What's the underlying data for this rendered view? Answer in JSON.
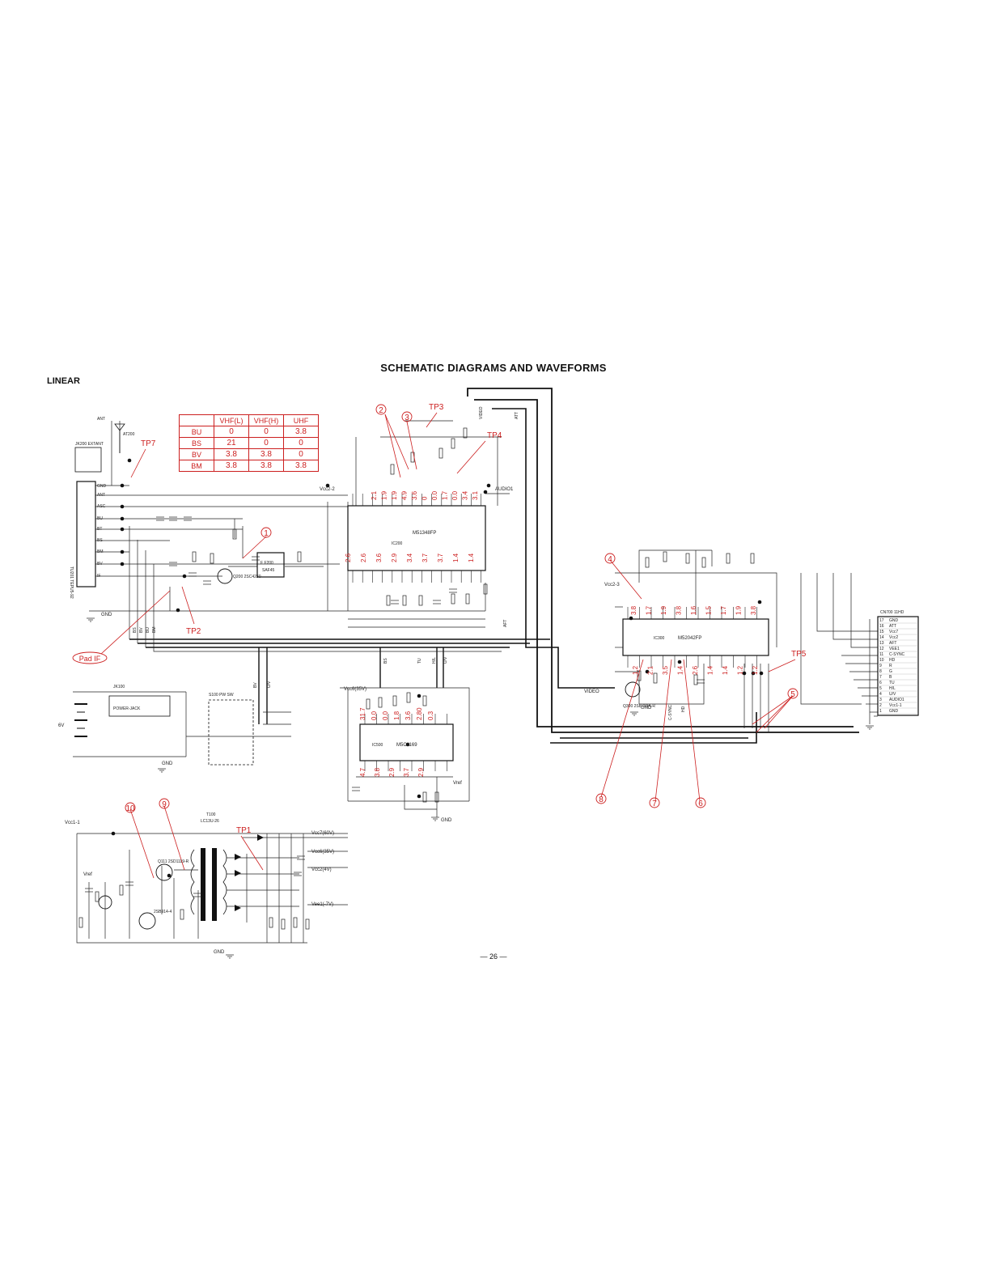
{
  "header": {
    "title": "SCHEMATIC DIAGRAMS AND WAVEFORMS",
    "section": "LINEAR",
    "page_number": "— 26 —"
  },
  "band_table": {
    "columns": [
      "VHF(L)",
      "VHF(H)",
      "UHF"
    ],
    "rows": [
      {
        "label": "BU",
        "values": [
          "0",
          "0",
          "3.8"
        ]
      },
      {
        "label": "BS",
        "values": [
          "21",
          "0",
          "0"
        ]
      },
      {
        "label": "BV",
        "values": [
          "3.8",
          "3.8",
          "0"
        ]
      },
      {
        "label": "BM",
        "values": [
          "3.8",
          "3.8",
          "3.8"
        ]
      }
    ]
  },
  "test_points": {
    "tp1": "TP1",
    "tp2": "TP2",
    "tp3": "TP3",
    "tp4": "TP4",
    "tp5": "TP5",
    "tp7": "TP7",
    "pad_if": "Pad IF"
  },
  "markers": [
    "1",
    "2",
    "3",
    "4",
    "5",
    "6",
    "7",
    "8",
    "9",
    "10"
  ],
  "components": {
    "tuner": "TU201 TEPU5-92",
    "if_ic": "M51348FP",
    "if_ic_ref": "IC200",
    "chroma_ic": "M52042FP",
    "chroma_ic_ref": "IC300",
    "tuning_ic": "M5C1169",
    "tuning_ic_ref": "IC500",
    "saw_filter": "SAF45",
    "saw_filter_ref": "F F200",
    "power_jack": "POWER-JACK",
    "power_jack_ref": "JK100",
    "power_switch": "S100 PW SW",
    "transformer": "T100",
    "transformer_type": "LC13U-26",
    "jack_ext_ant": "JK200 EXTANT",
    "antenna": "ANT",
    "antenna_ref": "AT200",
    "cn700": "CN700 11HD",
    "tr_q200": "Q200 2SC4230",
    "tr_q300": "Q300 2SB709A-R",
    "tr_q111": "Q111 2SD1119-R",
    "tr_q110": "2SB914-4"
  },
  "nets": {
    "vcc2_2": "Vcc2-2",
    "vcc2_3": "Vcc2-3",
    "vcc6": "Vcc6(35V)",
    "vcc1_1": "Vcc1-1",
    "vcc7": "Vcc7(60V)",
    "vcc6b": "Vcc6(35V)",
    "vcc2": "Vcc2(4V)",
    "vee1": "Vee1(-7V)",
    "vref": "Vref",
    "gnd": "GND",
    "video": "VIDEO",
    "audio": "AUDIO1",
    "att": "ATT",
    "aft": "AFT",
    "bs": "BS",
    "bv": "BV",
    "bu": "BU",
    "bm": "BM",
    "uv": "U/V",
    "hl": "H/L",
    "tu": "TU",
    "six_v": "6V",
    "c_sync": "C-SYNC",
    "hd": "HD"
  },
  "cn700_pins": [
    {
      "pin": "17",
      "name": "GND"
    },
    {
      "pin": "16",
      "name": "ATT"
    },
    {
      "pin": "15",
      "name": "Vcc7"
    },
    {
      "pin": "14",
      "name": "Vcc2"
    },
    {
      "pin": "13",
      "name": "AFT"
    },
    {
      "pin": "12",
      "name": "VEE1"
    },
    {
      "pin": "11",
      "name": "C-SYNC"
    },
    {
      "pin": "10",
      "name": "HD"
    },
    {
      "pin": "9",
      "name": "R"
    },
    {
      "pin": "8",
      "name": "G"
    },
    {
      "pin": "7",
      "name": "B"
    },
    {
      "pin": "6",
      "name": "TU"
    },
    {
      "pin": "5",
      "name": "H/L"
    },
    {
      "pin": "4",
      "name": "U/V"
    },
    {
      "pin": "3",
      "name": "AUDIO1"
    },
    {
      "pin": "2",
      "name": "Vcc1-1"
    },
    {
      "pin": "1",
      "name": "GND"
    }
  ],
  "tuner_pins": [
    "ANT",
    "ASC",
    "BU",
    "BT",
    "BS",
    "BM",
    "BV",
    "GND",
    "IF"
  ],
  "voltages": {
    "if_top": [
      "2.1",
      "1.9",
      "1.9",
      "4.9",
      "3.6",
      "0",
      "0.0",
      "1.7",
      "0.0",
      "3.4",
      "3.1"
    ],
    "if_bottom": [
      "2.6",
      "2.6",
      "3.6",
      "2.9",
      "3.4",
      "3.7",
      "3.7",
      "1.4",
      "1.4"
    ],
    "chroma_top": [
      "3.8",
      "1.7",
      "1.9",
      "3.8",
      "1.6",
      "1.5",
      "1.7",
      "1.9",
      "3.8"
    ],
    "chroma_bottom": [
      "1.2",
      "2.1",
      "3.5",
      "1.4",
      "2.6",
      "1.4",
      "1.4",
      "1.2",
      "1.2"
    ],
    "tuning_top": [
      "31.7",
      "0.0",
      "0.0",
      "1.8",
      "3.6",
      "2.80",
      "0.3"
    ],
    "tuning_bottom": [
      "4.7",
      "3.8",
      "2.9",
      "3.7",
      "2.9"
    ]
  }
}
